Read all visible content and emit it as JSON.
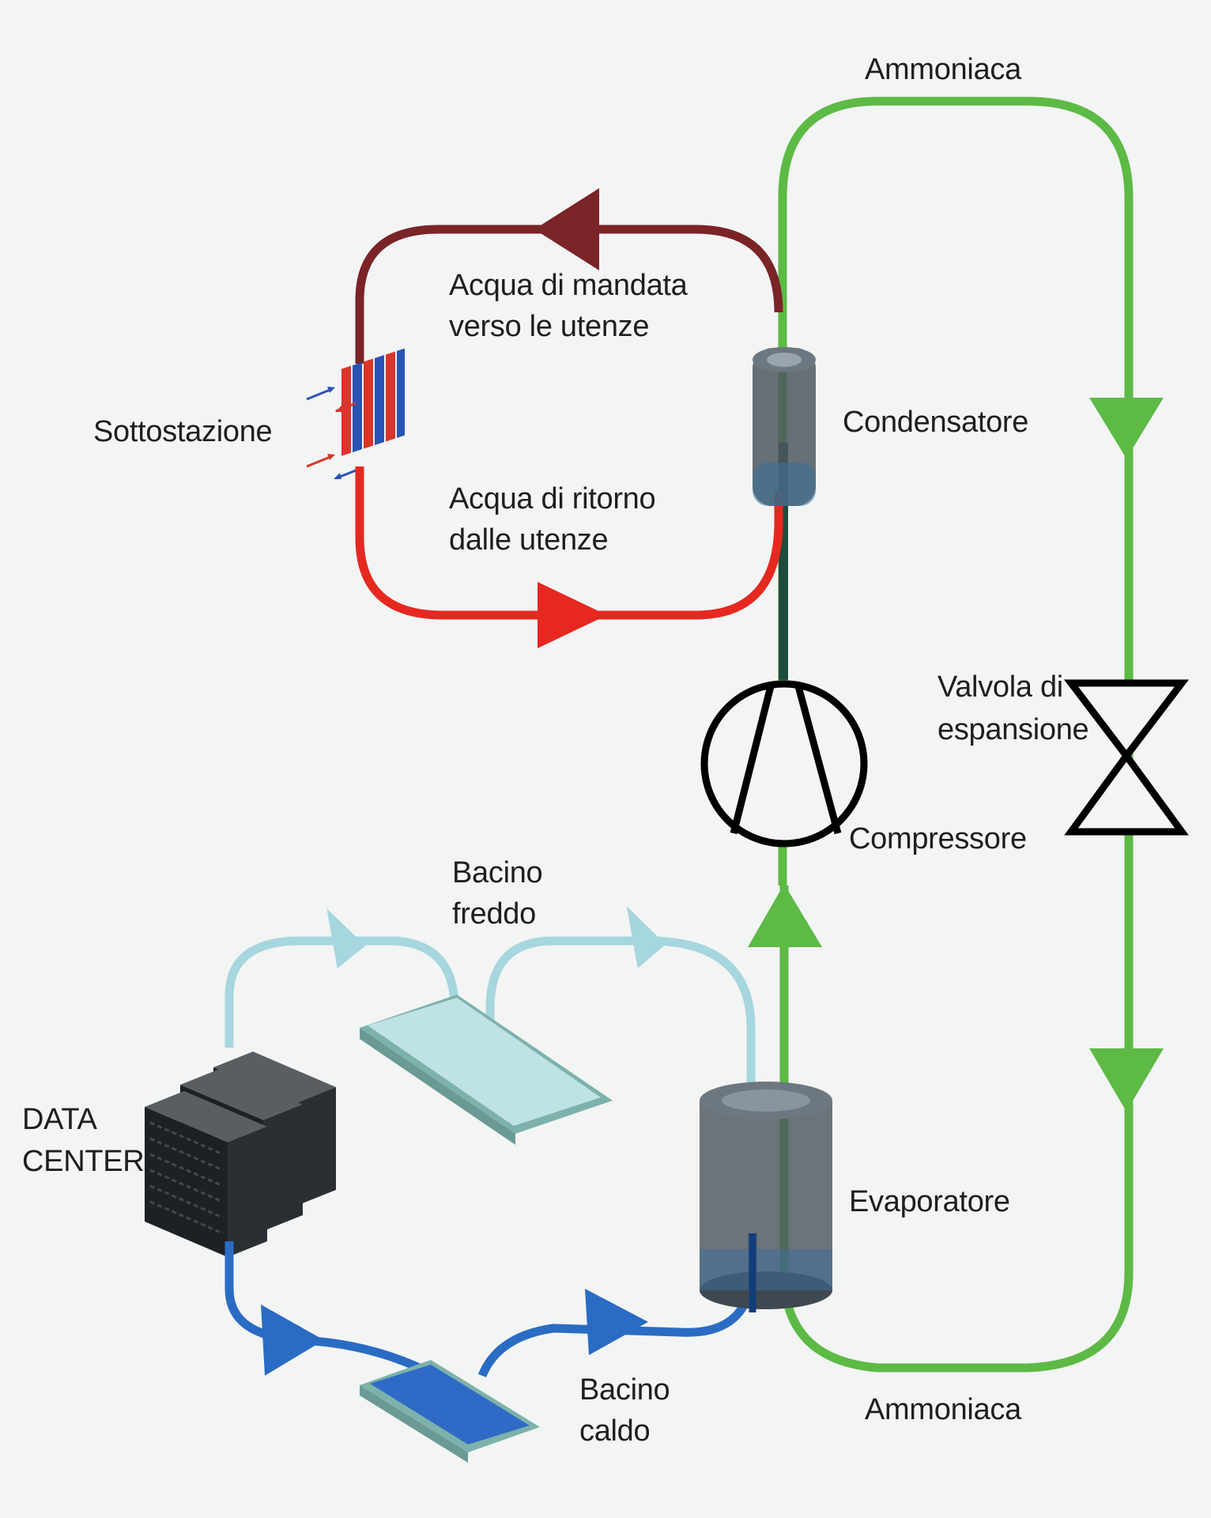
{
  "labels": {
    "ammonia_top": "Ammoniaca",
    "supply_water_1": "Acqua di mandata",
    "supply_water_2": "verso le utenze",
    "substation": "Sottostazione",
    "condenser": "Condensatore",
    "return_water_1": "Acqua di ritorno",
    "return_water_2": "dalle utenze",
    "valve_1": "Valvola di",
    "valve_2": "espansione",
    "compressor": "Compressore",
    "cold_basin_1": "Bacino",
    "cold_basin_2": "freddo",
    "data_center_1": "DATA",
    "data_center_2": "CENTER",
    "evaporator": "Evaporatore",
    "hot_basin_1": "Bacino",
    "hot_basin_2": "caldo",
    "ammonia_bottom": "Ammoniaca"
  },
  "colors": {
    "ammonia_loop": "#5cba45",
    "supply_water": "#7a2428",
    "return_water": "#e62820",
    "cold_water": "#a6d6de",
    "warm_water": "#2a6cc4",
    "equipment": "#4d5760",
    "symbols": "#000000"
  }
}
